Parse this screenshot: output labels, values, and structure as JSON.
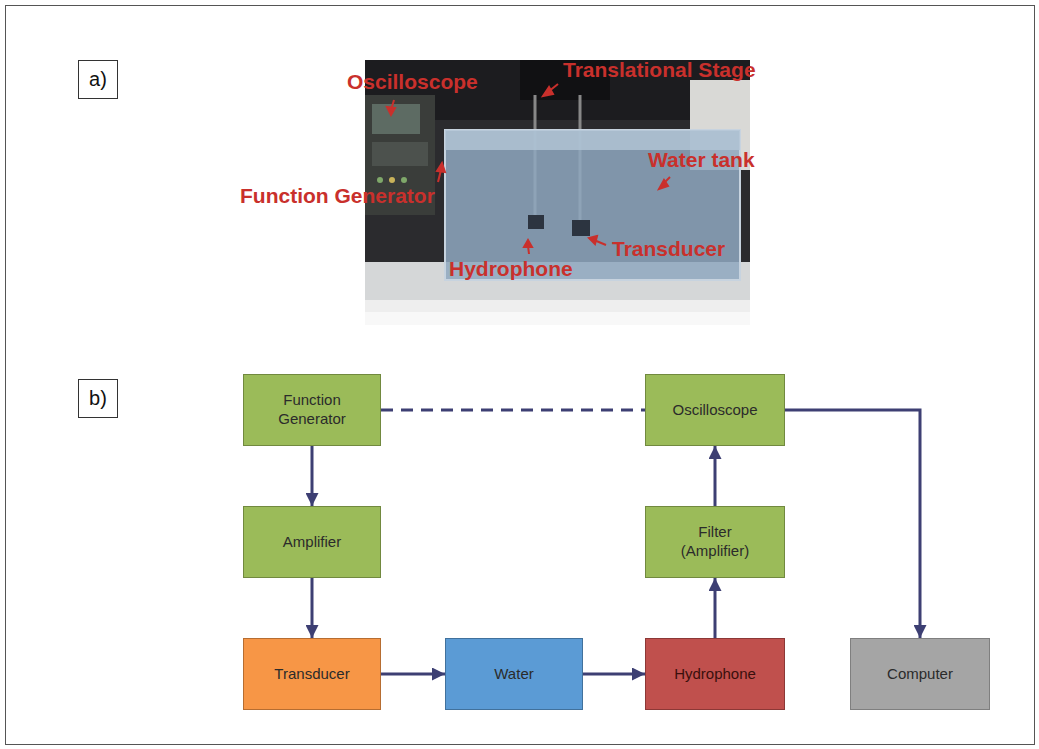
{
  "diagram": {
    "nodes": [
      {
        "text": [
          "a)"
        ]
      },
      {
        "text": [
          "b)"
        ]
      },
      {
        "text": [
          "Function Generator"
        ]
      },
      {
        "text": [
          "Oscilloscope"
        ]
      },
      {
        "text": [
          "Amplifier"
        ]
      },
      {
        "text": [
          "Filter (Amplifier)"
        ]
      },
      {
        "text": [
          "Transducer"
        ]
      },
      {
        "text": [
          "Water"
        ]
      },
      {
        "text": [
          "Hydrophone"
        ]
      },
      {
        "text": [
          "Computer"
        ]
      }
    ],
    "edges": [
      {
        "from": 2,
        "to": 4,
        "arrow": "to"
      },
      {
        "from": 4,
        "to": 6,
        "arrow": "to"
      },
      {
        "from": 6,
        "to": 7,
        "arrow": "to"
      },
      {
        "from": 7,
        "to": 8,
        "arrow": "to"
      },
      {
        "from": 8,
        "to": 5,
        "arrow": "to"
      },
      {
        "from": 5,
        "to": 3,
        "arrow": "to"
      },
      {
        "from": 3,
        "to": 9,
        "arrow": "to"
      },
      {
        "from": 2,
        "to": 3,
        "arrow": "none"
      }
    ],
    "labels": [
      "Oscilloscope",
      "Translational Stage",
      "Water tank",
      "Function Generator",
      "Transducer",
      "Hydrophone"
    ]
  }
}
